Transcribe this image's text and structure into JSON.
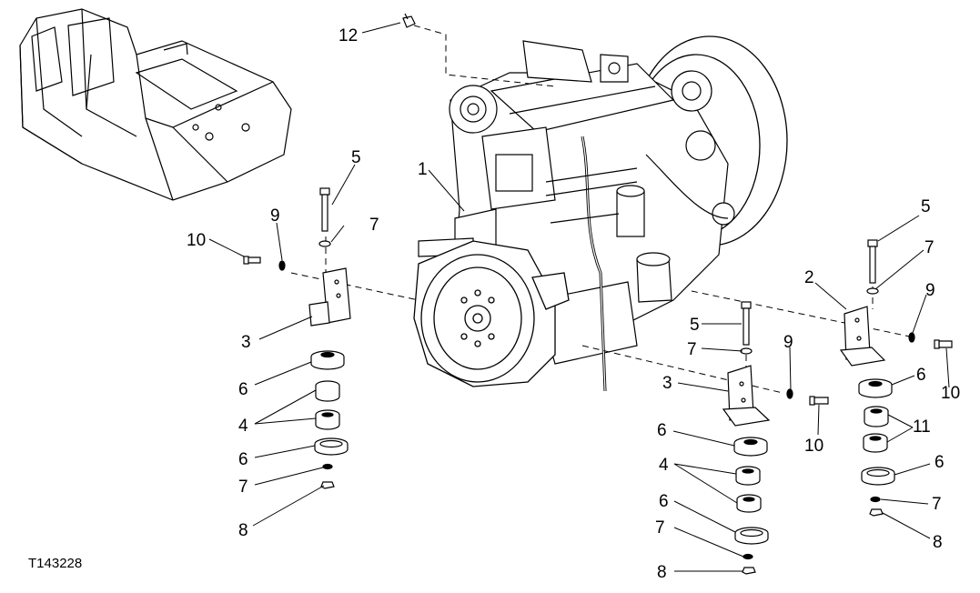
{
  "figure_id": "T143228",
  "callouts": {
    "c1": "1",
    "c2": "2",
    "c3a": "3",
    "c3b": "3",
    "c4a": "4",
    "c4b": "4",
    "c5a": "5",
    "c5b": "5",
    "c5c": "5",
    "c6a": "6",
    "c6b": "6",
    "c6c": "6",
    "c6d": "6",
    "c6e": "6",
    "c6f": "6",
    "c7a": "7",
    "c7b": "7",
    "c7c": "7",
    "c7d": "7",
    "c7e": "7",
    "c7f": "7",
    "c8a": "8",
    "c8b": "8",
    "c8c": "8",
    "c9a": "9",
    "c9b": "9",
    "c9c": "9",
    "c10a": "10",
    "c10b": "10",
    "c10c": "10",
    "c11": "11",
    "c12": "12"
  }
}
